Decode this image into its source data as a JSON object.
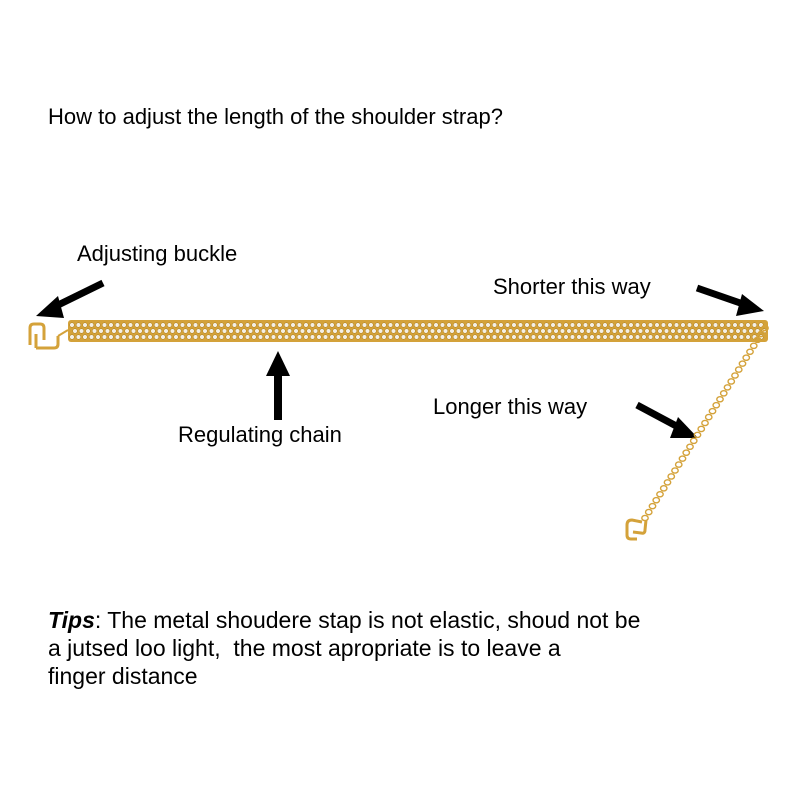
{
  "title": "How to adjust the length of the shoulder strap?",
  "labels": {
    "adjusting_buckle": "Adjusting buckle",
    "shorter": "Shorter this way",
    "longer": "Longer this way",
    "regulating_chain": "Regulating chain"
  },
  "tips": {
    "word": "Tips",
    "line1": ": The metal shoudere stap is not elastic, shoud not be",
    "line2": "a jutsed loo light,  the most apropriate is to leave a",
    "line3": "finger distance"
  },
  "colors": {
    "gold": "#d4a23a",
    "gold_dark": "#a87a1c",
    "rhinestone": "#f4efe4",
    "arrow": "#000000"
  },
  "icons": [
    "arrow-icon",
    "buckle-icon",
    "rhinestone-strap",
    "extension-chain"
  ]
}
